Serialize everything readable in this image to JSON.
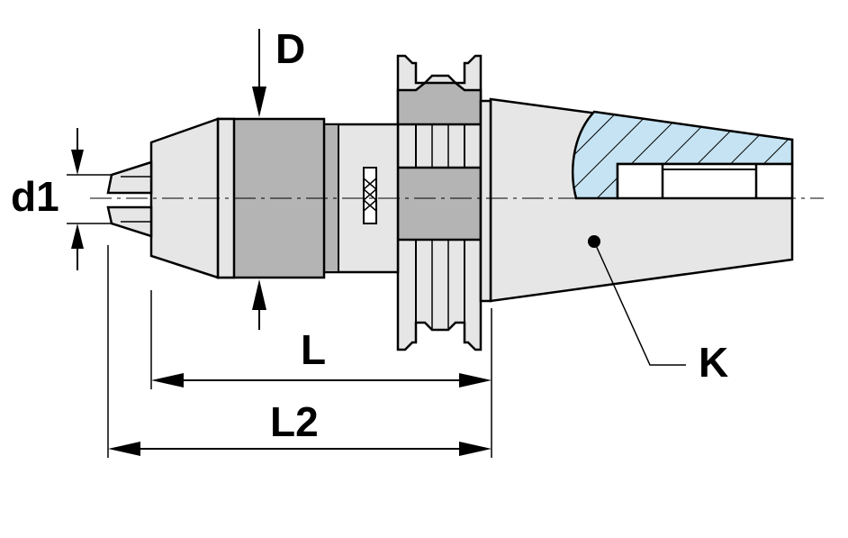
{
  "labels": {
    "D": "D",
    "d1": "d1",
    "L": "L",
    "L2": "L2",
    "K": "K"
  },
  "colors": {
    "body_fill": "#e6e6e6",
    "band_fill": "#b4b4b4",
    "section_fill": "#c5e3f2",
    "outline": "#000000"
  }
}
